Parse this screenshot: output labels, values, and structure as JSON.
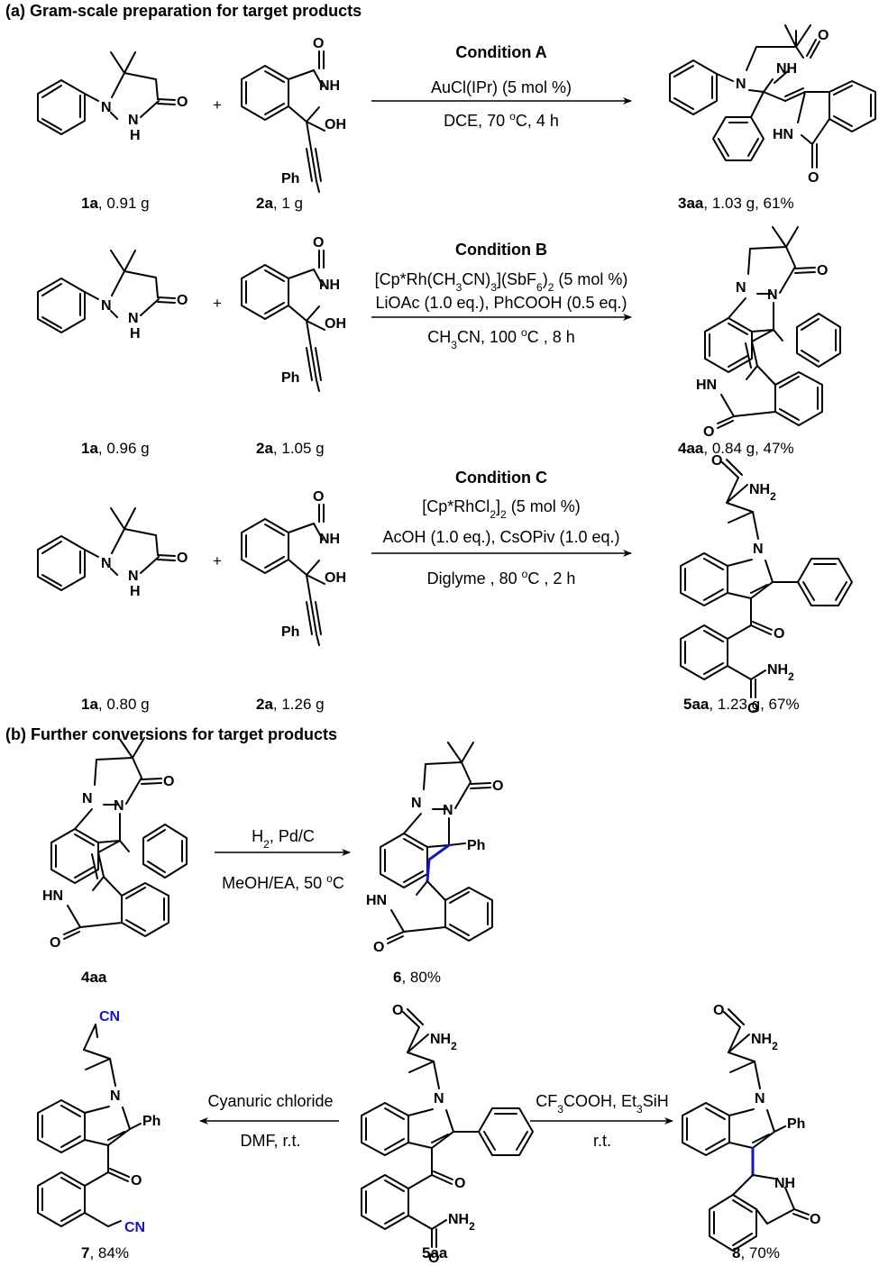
{
  "sections": {
    "a": "(a) Gram-scale preparation for target products",
    "b": "(b) Further conversions for target products"
  },
  "atoms": {
    "N": "N",
    "NH": "NH",
    "H": "H",
    "HN": "HN",
    "O": "O",
    "OH": "OH",
    "Ph": "Ph",
    "NH2": "NH2",
    "CN": "CN"
  },
  "reactions": [
    {
      "name": "Condition A",
      "lines": [
        "AuCl(IPr) (5 mol %)",
        "DCE, 70 oC, 4 h"
      ],
      "reactant1": {
        "id": "1a",
        "amount": ", 0.91 g"
      },
      "reactant2": {
        "id": "2a",
        "amount": ", 1 g"
      },
      "product": {
        "id": "3aa",
        "amount": ", 1.03 g, 61%"
      }
    },
    {
      "name": "Condition B",
      "lines": [
        "[Cp*Rh(CH3CN)3](SbF6)2 (5 mol %)",
        "LiOAc (1.0 eq.), PhCOOH (0.5 eq.)",
        "CH3CN, 100 oC , 8 h"
      ],
      "reactant1": {
        "id": "1a",
        "amount": ", 0.96 g"
      },
      "reactant2": {
        "id": "2a",
        "amount": ", 1.05 g"
      },
      "product": {
        "id": "4aa",
        "amount": ", 0.84 g, 47%"
      }
    },
    {
      "name": "Condition C",
      "lines": [
        "[Cp*RhCl2]2 (5 mol %)",
        "AcOH (1.0 eq.), CsOPiv (1.0 eq.)",
        "Diglyme , 80 oC , 2 h"
      ],
      "reactant1": {
        "id": "1a",
        "amount": ", 0.80 g"
      },
      "reactant2": {
        "id": "2a",
        "amount": ", 1.26 g"
      },
      "product": {
        "id": "5aa",
        "amount": ", 1.23 g, 67%"
      }
    }
  ],
  "conversions": [
    {
      "reagents": [
        "H2, Pd/C",
        "MeOH/EA, 50 oC"
      ],
      "from": "4aa",
      "to": {
        "id": "6",
        "amount": ", 80%"
      }
    },
    {
      "reagents": [
        "Cyanuric chloride",
        "DMF, r.t."
      ],
      "from": "5aa",
      "to": {
        "id": "7",
        "amount": ", 84%"
      }
    },
    {
      "reagents": [
        "CF3COOH, Et3SiH",
        "r.t."
      ],
      "from": "5aa",
      "to": {
        "id": "8",
        "amount": ", 70%"
      }
    }
  ],
  "plus": "+",
  "colors": {
    "highlight": "#1414d0",
    "ink": "#000000"
  }
}
